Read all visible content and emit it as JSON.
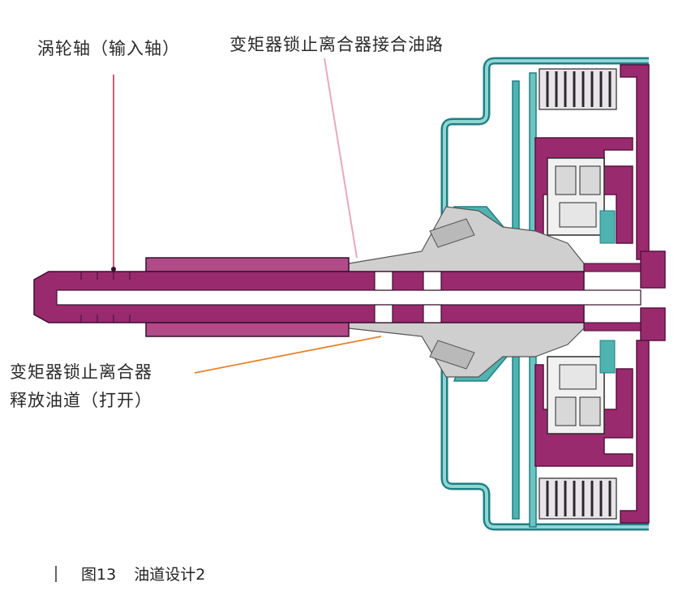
{
  "labels": {
    "turbine_shaft": "涡轮轴（输入轴）",
    "tcc_apply_passage": "变矩器锁止离合器接合油路",
    "tcc_release_line1": "变矩器锁止离合器",
    "tcc_release_line2": "释放油道（打开）"
  },
  "caption": {
    "number": "图13",
    "title": "油道设计2"
  },
  "colors": {
    "shaft": "#9a2a6e",
    "shaft_dark": "#7d1f5a",
    "oil_apply": "#cfcfcf",
    "housing_teal": "#4fb3b0",
    "housing_dark": "#1f7f86",
    "leader_turbine": "#c22a45",
    "leader_apply": "#e8a8bf",
    "leader_release": "#e8822a"
  }
}
